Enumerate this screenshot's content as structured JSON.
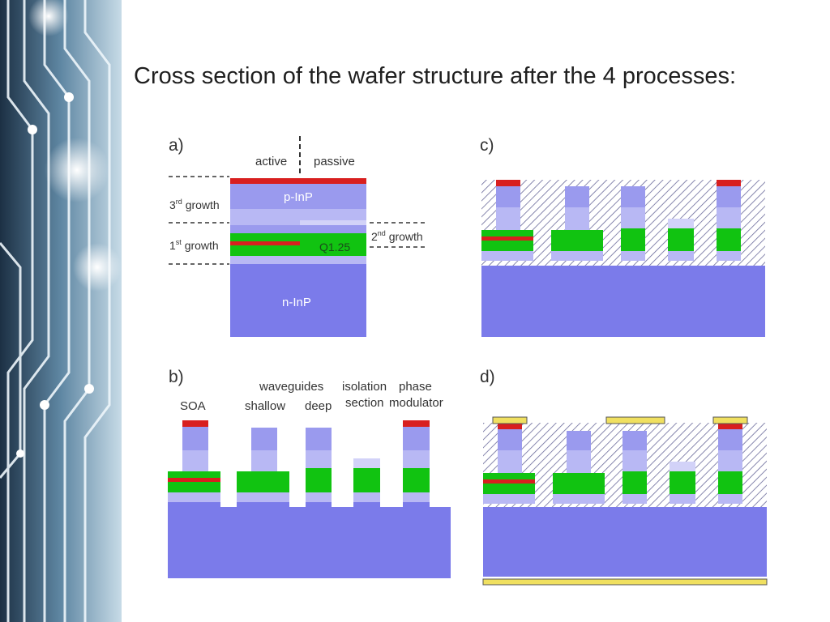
{
  "slide": {
    "title": "Cross section of the wafer structure after the 4 processes:"
  },
  "panel_a": {
    "label": "a)",
    "active": "active",
    "passive": "passive",
    "third_growth": "3rd growth",
    "first_growth": "1st growth",
    "second_growth": "2nd growth",
    "p_inp": "p-InP",
    "q125": "Q1.25",
    "n_inp": "n-InP"
  },
  "panel_b": {
    "label": "b)",
    "soa": "SOA",
    "waveguides": "waveguides",
    "shallow": "shallow",
    "deep": "deep",
    "isolation": "isolation",
    "section": "section",
    "phase": "phase",
    "modulator": "modulator"
  },
  "panel_c": {
    "label": "c)"
  },
  "panel_d": {
    "label": "d)"
  },
  "colors": {
    "substrate": "#7b7bea",
    "cladding": "#9a9aee",
    "light_layer": "#b8b8f4",
    "pale_layer": "#d2d2f8",
    "guide": "#11c311",
    "active": "#d81f1f",
    "contact": "#f0e060",
    "hatch": "#6a6a9a"
  }
}
